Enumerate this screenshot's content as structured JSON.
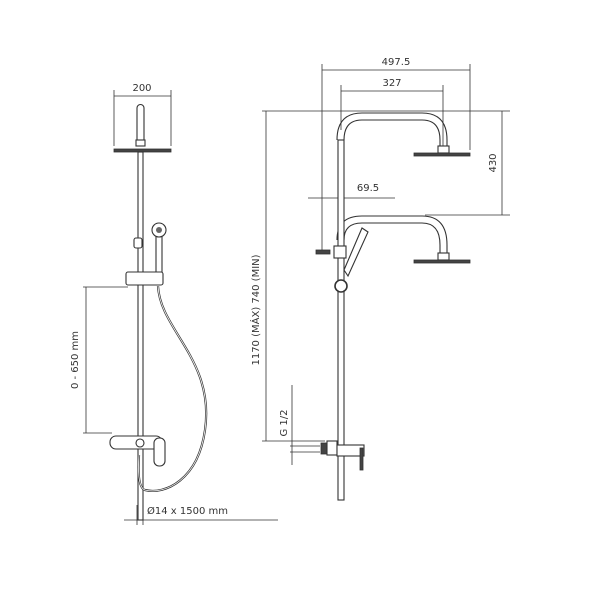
{
  "left_view": {
    "head_width": "200",
    "slide_range": "0 - 650 mm",
    "hose": "Ø14 x 1500 mm"
  },
  "right_view": {
    "total_reach": "497.5",
    "arm_reach": "327",
    "arm_height_adjust": "430",
    "wall_offset": "69.5",
    "height_range": "1170 (MÁX) 740 (MIN)",
    "inlet": "G 1/2"
  },
  "colors": {
    "line": "#333333",
    "background": "#ffffff"
  }
}
